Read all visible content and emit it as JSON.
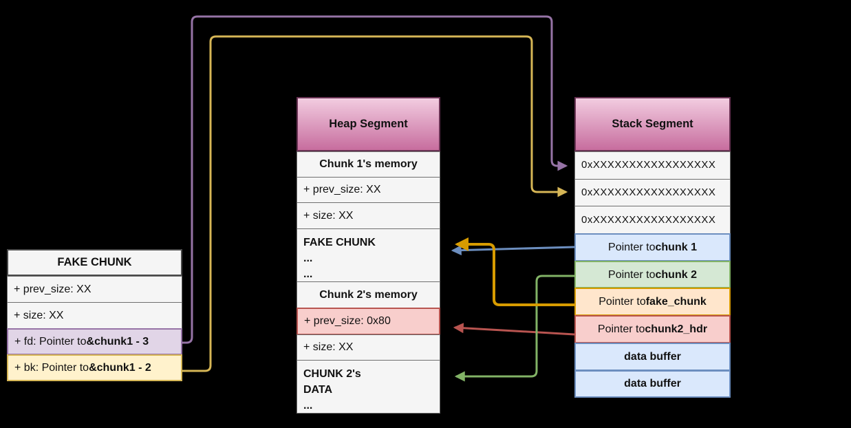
{
  "colors": {
    "canvas_bg": "#000000",
    "row_fill": "#f5f5f5",
    "row_border": "#6e6e6e",
    "header_grad_top": "#f2cce0",
    "header_grad_bottom": "#c76d9e",
    "header_border": "#683253",
    "purple_fill": "#e1d5e7",
    "purple_stroke": "#9673a6",
    "yellow_fill": "#fff2cc",
    "yellow_stroke": "#d6b656",
    "blue_fill": "#dae8fc",
    "blue_stroke": "#6c8ebf",
    "green_fill": "#d5e8d4",
    "green_stroke": "#82b366",
    "orange_fill": "#ffe6cc",
    "orange_stroke": "#d79b00",
    "red_fill": "#f8cecc",
    "red_stroke": "#b85450"
  },
  "fake_chunk_table": {
    "title": "FAKE CHUNK",
    "rows": [
      {
        "text": "+ prev_size: XX"
      },
      {
        "text": "+ size: XX"
      },
      {
        "text": "+ fd: Pointer to ",
        "bold": "&chunk1 - 3"
      },
      {
        "text": "+ bk: Pointer to ",
        "bold": "&chunk1 - 2"
      }
    ]
  },
  "heap_table": {
    "title": "Heap Segment",
    "rows": [
      {
        "subheader": "Chunk 1's memory"
      },
      {
        "text": "+ prev_size: XX"
      },
      {
        "text": "+ size: XX"
      },
      {
        "line1": "FAKE CHUNK",
        "line2": "...",
        "line3": "..."
      },
      {
        "subheader": "Chunk 2's memory"
      },
      {
        "text": "+ prev_size: 0x80"
      },
      {
        "text": "+ size: XX"
      },
      {
        "line1": "CHUNK 2's",
        "line2": "DATA",
        "line3": "..."
      }
    ]
  },
  "stack_table": {
    "title": "Stack Segment",
    "rows": [
      {
        "text": "0xXXXXXXXXXXXXXXXXX"
      },
      {
        "text": "0xXXXXXXXXXXXXXXXXX"
      },
      {
        "text": "0xXXXXXXXXXXXXXXXXX"
      },
      {
        "text": "Pointer to ",
        "bold": "chunk 1"
      },
      {
        "text": "Pointer to ",
        "bold": "chunk 2"
      },
      {
        "text": "Pointer to ",
        "bold": "fake_chunk"
      },
      {
        "text": "Pointer to ",
        "bold": "chunk2_hdr"
      },
      {
        "bold": "data buffer"
      },
      {
        "bold": "data buffer"
      }
    ]
  }
}
